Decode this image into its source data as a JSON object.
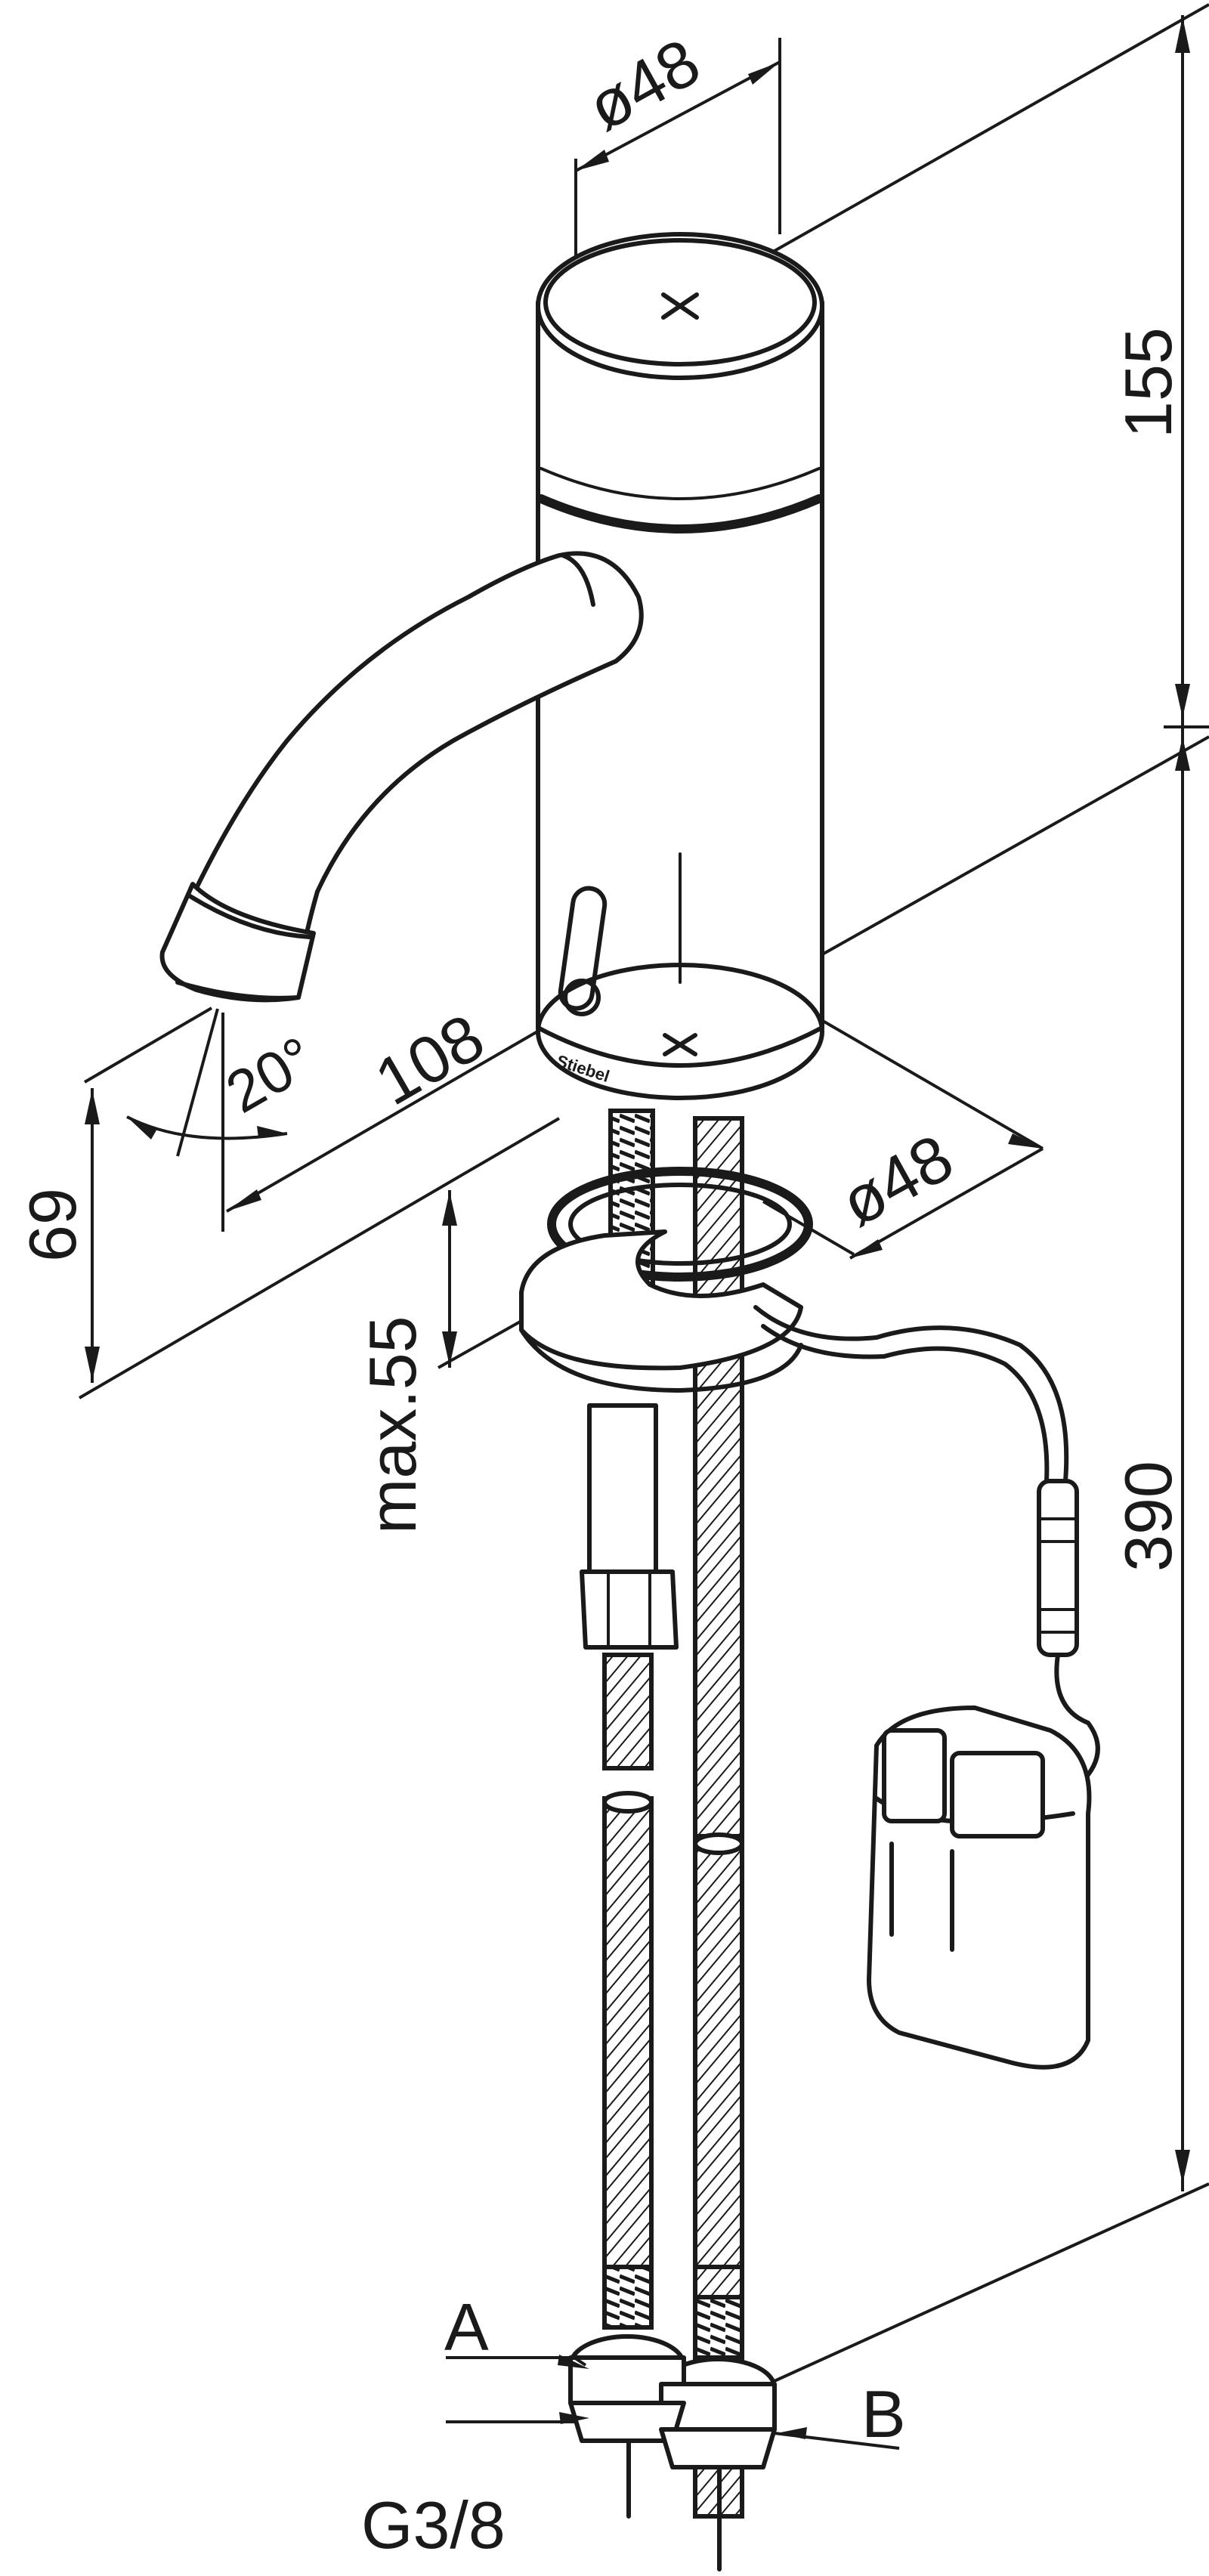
{
  "drawing": {
    "dimensions": {
      "top_diameter": "ø48",
      "height_upper": "155",
      "height_total": "390",
      "spout_reach": "108",
      "spout_angle": "20°",
      "spout_height": "69",
      "base_diameter": "ø48",
      "max_thickness": "max.55"
    },
    "callouts": {
      "connection_a": "A",
      "connection_b": "B",
      "thread": "G3/8"
    },
    "brand_mark": "Stiebel"
  }
}
